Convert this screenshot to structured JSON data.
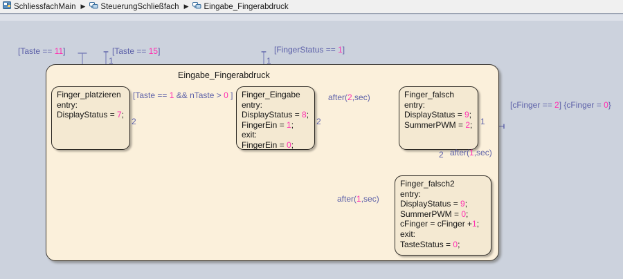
{
  "breadcrumb": {
    "items": [
      {
        "label": "SchliessfachMain",
        "icon": "simulink-model-icon"
      },
      {
        "label": "SteuerungSchließfach",
        "icon": "stateflow-chart-icon"
      },
      {
        "label": "Eingabe_Fingerabdruck",
        "icon": "stateflow-chart-icon"
      }
    ],
    "separator": "▶"
  },
  "diagram": {
    "title": "Eingabe_Fingerabdruck",
    "colors": {
      "canvas": "#ccd2dd",
      "state_fill": "#f4e9d2",
      "superstate_fill": "#fbf0db",
      "state_border": "#2b2823",
      "transition": "#5b5fa8",
      "number": "#ff2fb0"
    },
    "states": [
      {
        "name": "Finger_platzieren",
        "lines": [
          {
            "text": "Finger_platzieren"
          },
          {
            "text": "entry:"
          },
          {
            "text": "DisplayStatus = ",
            "num": "7",
            "tail": ";"
          }
        ]
      },
      {
        "name": "Finger_Eingabe",
        "lines": [
          {
            "text": "Finger_Eingabe"
          },
          {
            "text": "entry:"
          },
          {
            "text": "DisplayStatus = ",
            "num": "8",
            "tail": ";"
          },
          {
            "text": "FingerEin = ",
            "num": "1",
            "tail": ";"
          },
          {
            "text": "exit:"
          },
          {
            "text": "FingerEin = ",
            "num": "0",
            "tail": ";"
          }
        ]
      },
      {
        "name": "Finger_falsch",
        "lines": [
          {
            "text": "Finger_falsch"
          },
          {
            "text": "entry:"
          },
          {
            "text": "DisplayStatus = ",
            "num": "9",
            "tail": ";"
          },
          {
            "text": "SummerPWM = ",
            "num": "2",
            "tail": ";"
          }
        ]
      },
      {
        "name": "Finger_falsch2",
        "lines": [
          {
            "text": "Finger_falsch2"
          },
          {
            "text": "entry:"
          },
          {
            "text": "DisplayStatus = ",
            "num": "9",
            "tail": ";"
          },
          {
            "text": "SummerPWM = ",
            "num": "0",
            "tail": ";"
          },
          {
            "text": "cFinger = cFinger +",
            "num": "1",
            "tail": ";"
          },
          {
            "text": "exit:"
          },
          {
            "text": "TasteStatus = ",
            "num": "0",
            "tail": ";"
          }
        ]
      }
    ],
    "transitions": [
      {
        "name": "taste-11",
        "label": "[Taste == ",
        "num": "11",
        "tail": "]"
      },
      {
        "name": "taste-15",
        "label": "[Taste == ",
        "num": "15",
        "tail": "]"
      },
      {
        "name": "fingerstatus-1",
        "label": "[FingerStatus == ",
        "num": "1",
        "tail": "]"
      },
      {
        "name": "taste-1-ntaste",
        "label": "[Taste == ",
        "num": "1",
        "mid": " && nTaste > ",
        "num2": "0",
        "tail": " ]"
      },
      {
        "name": "after-2-sec",
        "label": "after(",
        "num": "2",
        "tail": ",sec)"
      },
      {
        "name": "after-1-sec-right",
        "label": "after(",
        "num": "1",
        "tail": ",sec)"
      },
      {
        "name": "after-1-sec-return",
        "label": "after(",
        "num": "1",
        "tail": ",sec)"
      },
      {
        "name": "cfinger-exit",
        "label": "[cFinger == ",
        "num": "2",
        "mid": "] {cFinger = ",
        "num2": "0",
        "tail": "}"
      }
    ],
    "order_labels": [
      "1",
      "1",
      "2",
      "2",
      "1",
      "2"
    ]
  }
}
